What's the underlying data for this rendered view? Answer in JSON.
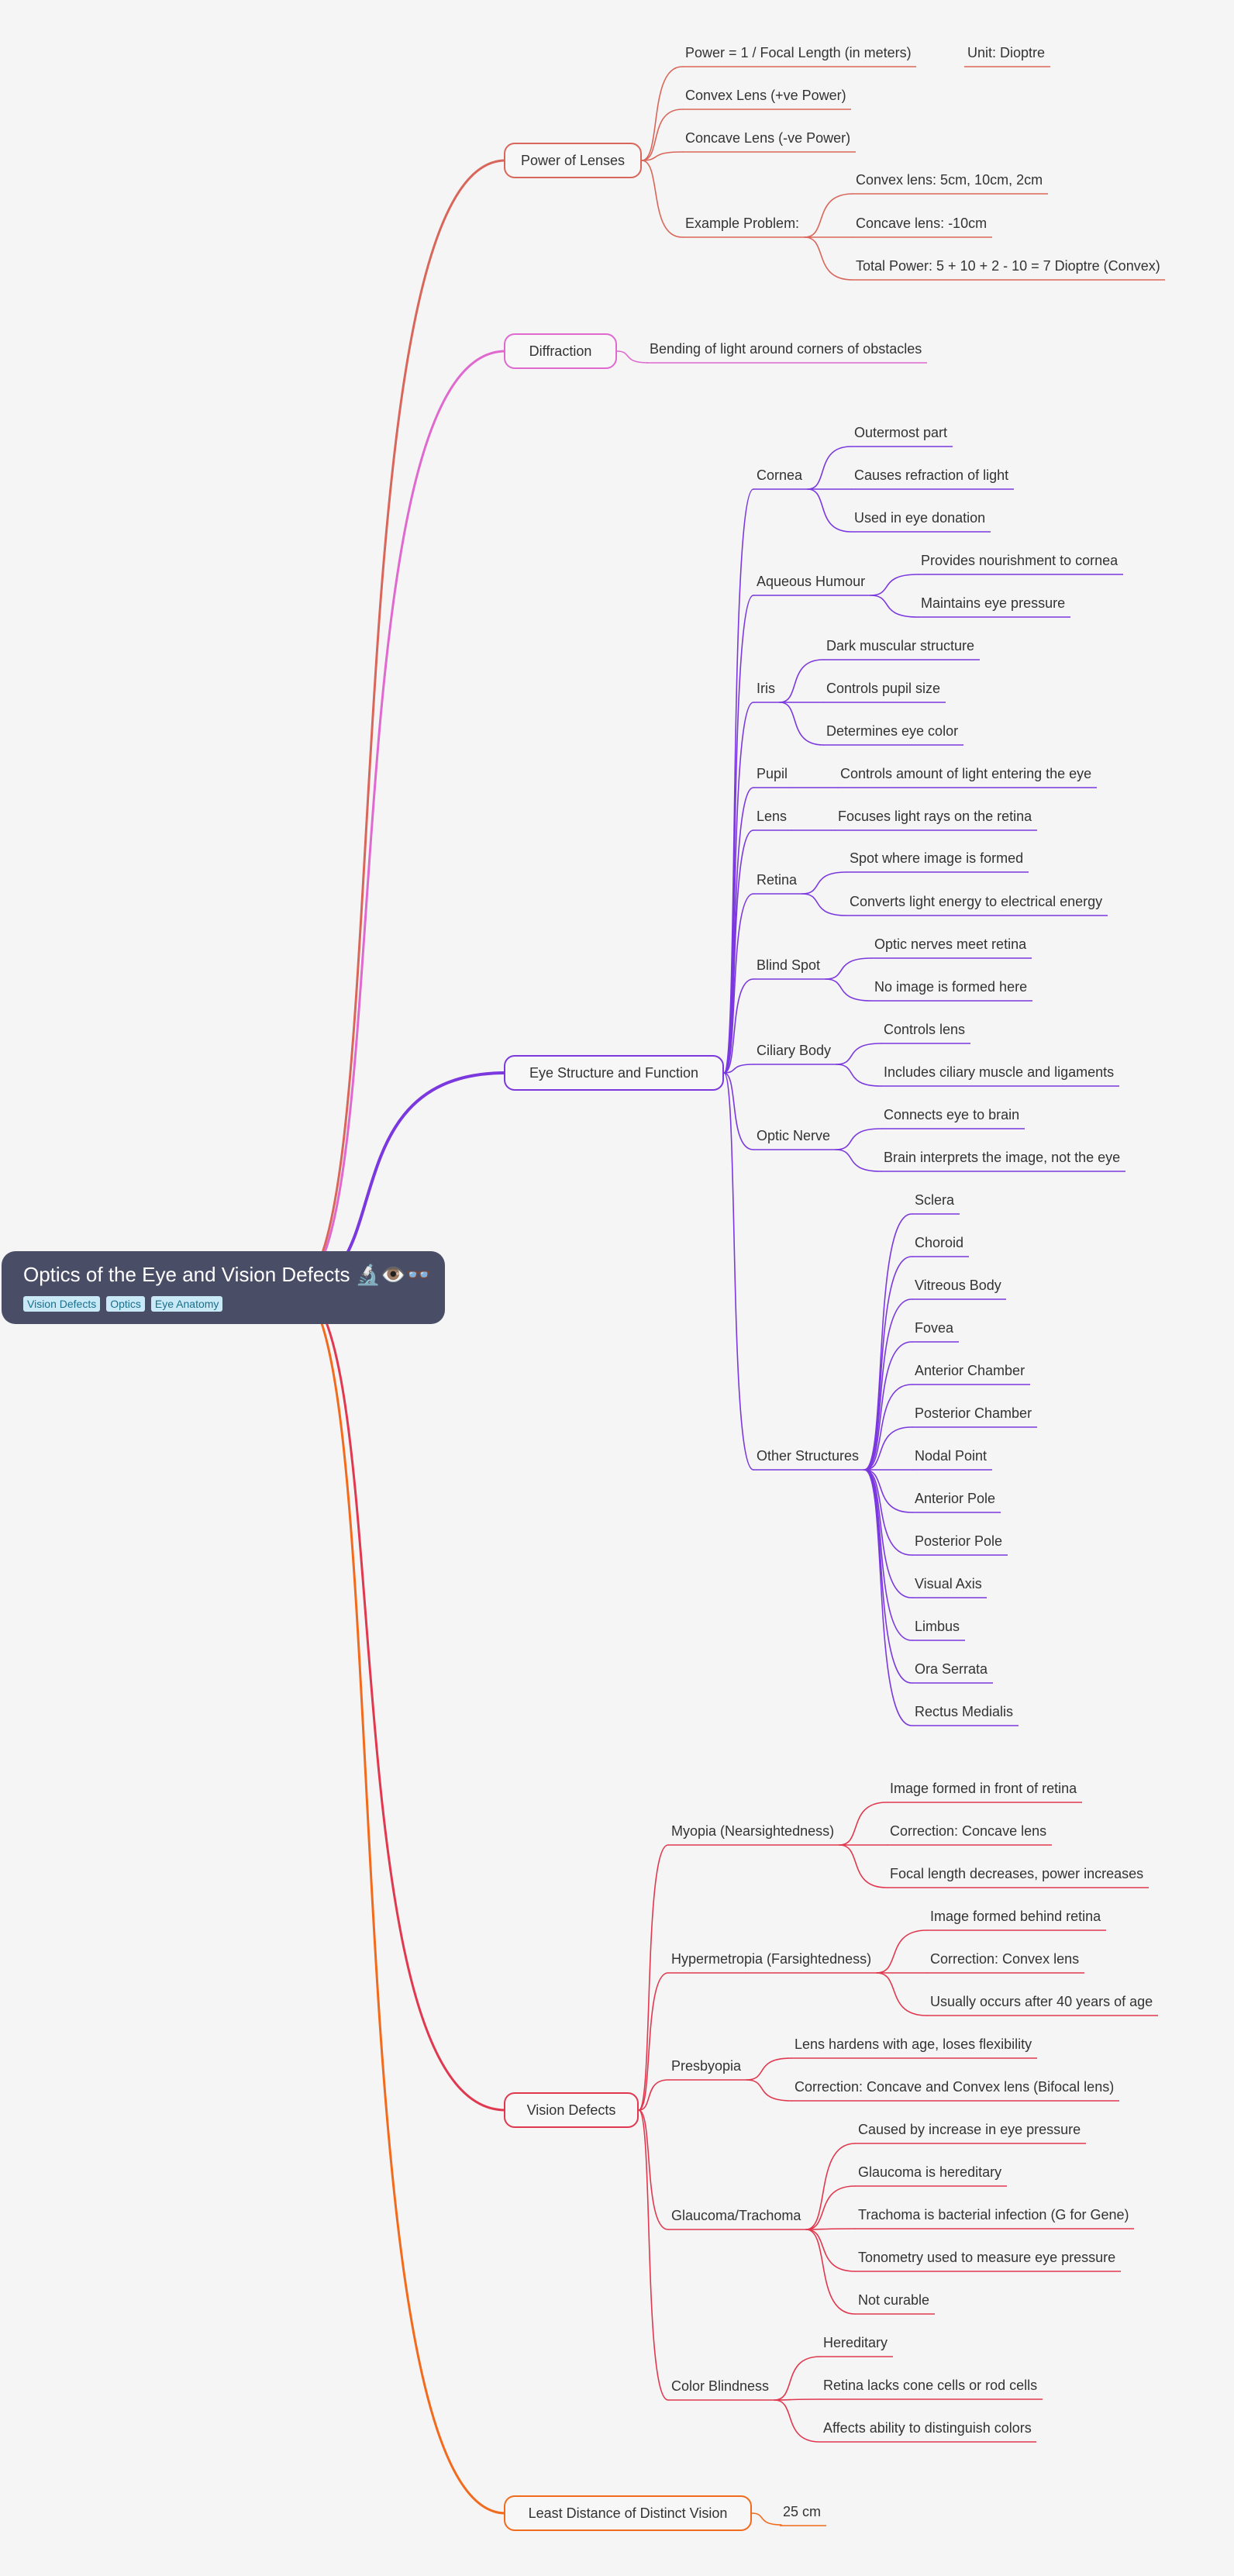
{
  "root": {
    "title": "Optics of the Eye and Vision Defects 🔬👁️👓",
    "tags": [
      "Vision Defects",
      "Optics",
      "Eye Anatomy"
    ]
  },
  "colors": {
    "root_bg": "#4a4d66",
    "power": "#d9665a",
    "diffraction": "#df69cf",
    "eye": "#7b38de",
    "defects": "#e0384f",
    "least": "#f26b1d"
  },
  "branches": {
    "power": {
      "label": "Power of Lenses",
      "formula": "Power = 1 / Focal Length (in meters)",
      "unit": "Unit: Dioptre",
      "convex": "Convex Lens (+ve Power)",
      "concave": "Concave Lens (-ve Power)",
      "example": "Example Problem:",
      "example_items": [
        "Convex lens: 5cm, 10cm, 2cm",
        "Concave lens: -10cm",
        "Total Power: 5 + 10 + 2 - 10 = 7 Dioptre (Convex)"
      ]
    },
    "diffraction": {
      "label": "Diffraction",
      "item": "Bending of light around corners of obstacles"
    },
    "eye": {
      "label": "Eye Structure and Function",
      "parts": [
        {
          "name": "Cornea",
          "items": [
            "Outermost part",
            "Causes refraction of light",
            "Used in eye donation"
          ]
        },
        {
          "name": "Aqueous Humour",
          "items": [
            "Provides nourishment to cornea",
            "Maintains eye pressure"
          ]
        },
        {
          "name": "Iris",
          "items": [
            "Dark muscular structure",
            "Controls pupil size",
            "Determines eye color"
          ]
        },
        {
          "name": "Pupil",
          "items": [
            "Controls amount of light entering the eye"
          ]
        },
        {
          "name": "Lens",
          "items": [
            "Focuses light rays on the retina"
          ]
        },
        {
          "name": "Retina",
          "items": [
            "Spot where image is formed",
            "Converts light energy to electrical energy"
          ]
        },
        {
          "name": "Blind Spot",
          "items": [
            "Optic nerves meet retina",
            "No image is formed here"
          ]
        },
        {
          "name": "Ciliary Body",
          "items": [
            "Controls lens",
            "Includes ciliary muscle and ligaments"
          ]
        },
        {
          "name": "Optic Nerve",
          "items": [
            "Connects eye to brain",
            "Brain interprets the image, not the eye"
          ]
        },
        {
          "name": "Other Structures",
          "items": [
            "Sclera",
            "Choroid",
            "Vitreous Body",
            "Fovea",
            "Anterior Chamber",
            "Posterior Chamber",
            "Nodal Point",
            "Anterior Pole",
            "Posterior Pole",
            "Visual Axis",
            "Limbus",
            "Ora Serrata",
            "Rectus Medialis"
          ]
        }
      ]
    },
    "defects": {
      "label": "Vision Defects",
      "parts": [
        {
          "name": "Myopia (Nearsightedness)",
          "items": [
            "Image formed in front of retina",
            "Correction: Concave lens",
            "Focal length decreases, power increases"
          ]
        },
        {
          "name": "Hypermetropia (Farsightedness)",
          "items": [
            "Image formed behind retina",
            "Correction: Convex lens",
            "Usually occurs after 40 years of age"
          ]
        },
        {
          "name": "Presbyopia",
          "items": [
            "Lens hardens with age, loses flexibility",
            "Correction: Concave and Convex lens (Bifocal lens)"
          ]
        },
        {
          "name": "Glaucoma/Trachoma",
          "items": [
            "Caused by increase in eye pressure",
            "Glaucoma is hereditary",
            "Trachoma is bacterial infection (G for Gene)",
            "Tonometry used to measure eye pressure",
            "Not curable"
          ]
        },
        {
          "name": "Color Blindness",
          "items": [
            "Hereditary",
            "Retina lacks cone cells or rod cells",
            "Affects ability to distinguish colors"
          ]
        }
      ]
    },
    "least": {
      "label": "Least Distance of Distinct Vision",
      "item": "25 cm"
    }
  }
}
